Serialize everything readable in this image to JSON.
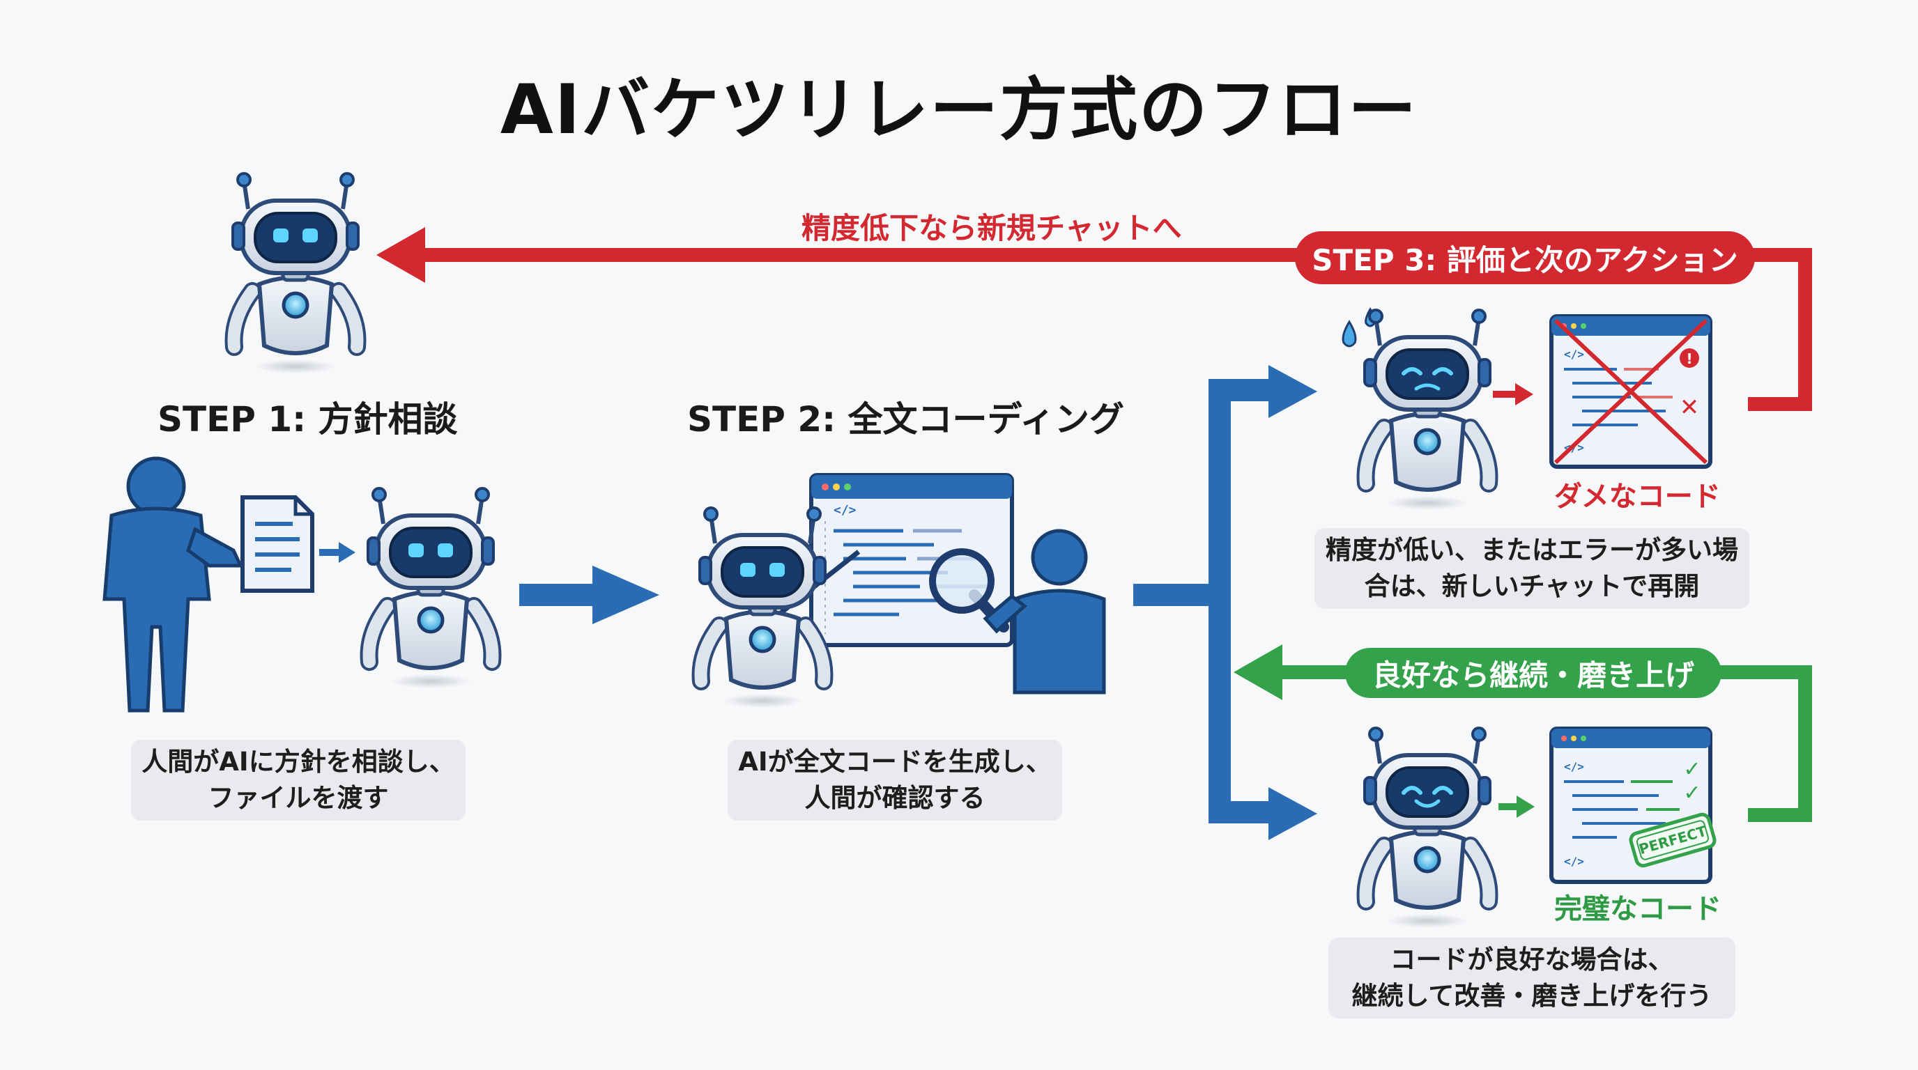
{
  "title": "AIバケツリレー方式のフロー",
  "colors": {
    "blue": "#2a6cb3",
    "red": "#d3282f",
    "green": "#33a24a",
    "robot_body": "#dfe6ef",
    "robot_face": "#173a6b",
    "caption_bg": "#e8eaee"
  },
  "step1": {
    "title": "STEP 1: 方針相談",
    "caption": [
      "人間がAIに方針を相談し、",
      "ファイルを渡す"
    ]
  },
  "step2": {
    "title": "STEP 2: 全文コーディング",
    "caption": [
      "AIが全文コードを生成し、",
      "人間が確認する"
    ]
  },
  "step3": {
    "title": "STEP 3: 評価と次のアクション",
    "bad": {
      "label": "ダメなコード",
      "caption": [
        "精度が低い、またはエラーが多い場",
        "合は、新しいチャットで再開"
      ],
      "loop_label": "精度低下なら新規チャットへ"
    },
    "good": {
      "label": "完璧なコード",
      "stamp": "PERFECT",
      "caption": [
        "コードが良好な場合は、",
        "継続して改善・磨き上げを行う"
      ],
      "loop_label": "良好なら継続・磨き上げ"
    }
  },
  "icons": {
    "code_tag": "</>",
    "error": "!",
    "cross": "✕",
    "check": "✓"
  }
}
